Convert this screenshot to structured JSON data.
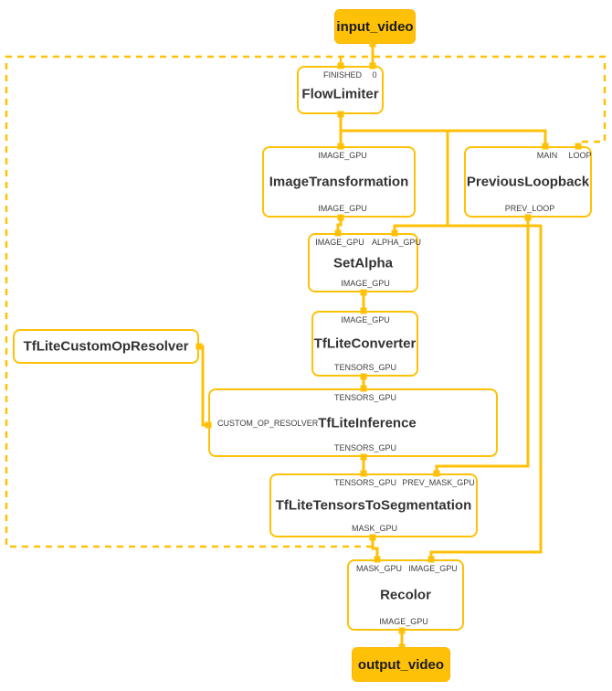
{
  "graph": {
    "input_stream": {
      "label": "input_video"
    },
    "output_stream": {
      "label": "output_video"
    },
    "nodes": {
      "flowLimiter": {
        "title": "FlowLimiter",
        "input_ports": [
          "FINISHED",
          "0"
        ]
      },
      "imageTransformation": {
        "title": "ImageTransformation",
        "input_ports": [
          "IMAGE_GPU"
        ],
        "output_ports": [
          "IMAGE_GPU"
        ]
      },
      "previousLoopback": {
        "title": "PreviousLoopback",
        "input_ports": [
          "MAIN",
          "LOOP"
        ],
        "output_ports": [
          "PREV_LOOP"
        ]
      },
      "setAlpha": {
        "title": "SetAlpha",
        "input_ports": [
          "IMAGE_GPU",
          "ALPHA_GPU"
        ],
        "output_ports": [
          "IMAGE_GPU"
        ]
      },
      "tfLiteConverter": {
        "title": "TfLiteConverter",
        "input_ports": [
          "IMAGE_GPU"
        ],
        "output_ports": [
          "TENSORS_GPU"
        ]
      },
      "tfLiteCustomOpResolver": {
        "title": "TfLiteCustomOpResolver"
      },
      "tfLiteInference": {
        "title": "TfLiteInference",
        "input_ports": [
          "TENSORS_GPU"
        ],
        "side_input_ports": [
          "CUSTOM_OP_RESOLVER"
        ],
        "output_ports": [
          "TENSORS_GPU"
        ]
      },
      "tfLiteTensorsToSegmentation": {
        "title": "TfLiteTensorsToSegmentation",
        "input_ports": [
          "TENSORS_GPU",
          "PREV_MASK_GPU"
        ],
        "output_ports": [
          "MASK_GPU"
        ]
      },
      "recolor": {
        "title": "Recolor",
        "input_ports": [
          "MASK_GPU",
          "IMAGE_GPU"
        ],
        "output_ports": [
          "IMAGE_GPU"
        ]
      }
    },
    "colors": {
      "accent": "#FFC107",
      "node_fill": "#FFFFFF",
      "title_text": "#333333",
      "port_text": "#3D3D3D"
    }
  }
}
